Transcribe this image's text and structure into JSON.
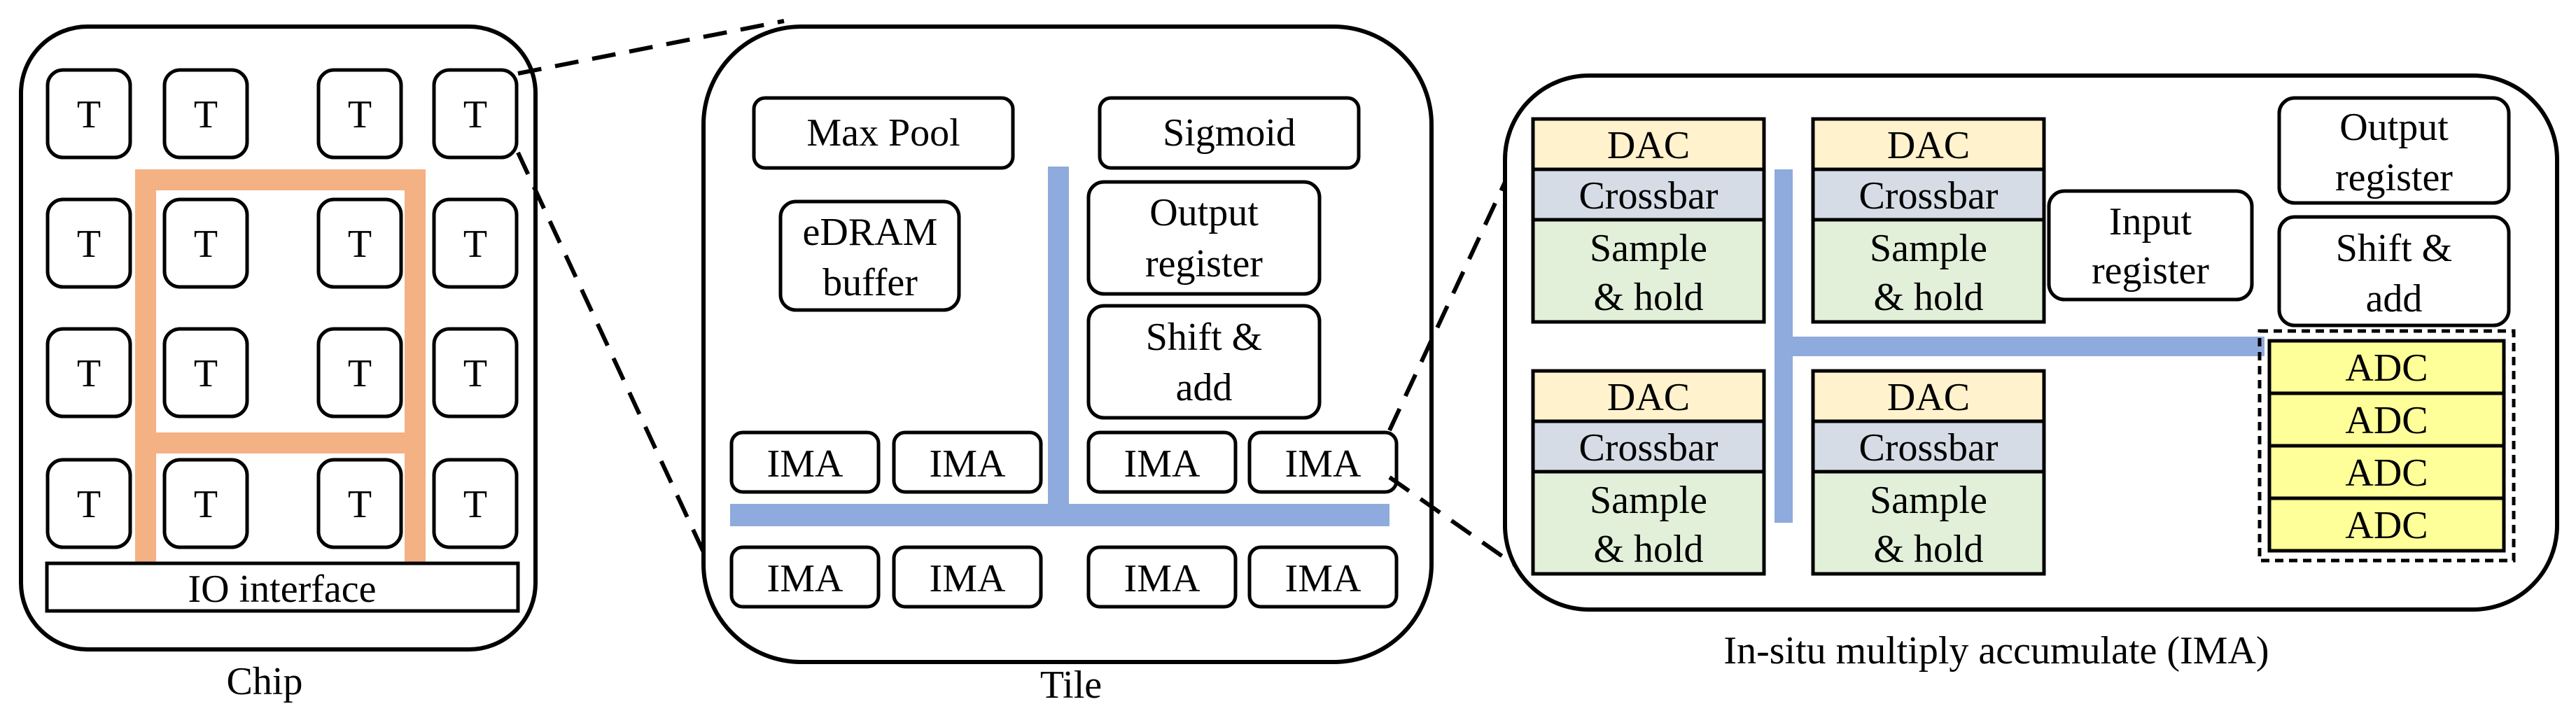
{
  "chip": {
    "caption": "Chip",
    "tile_label": "T",
    "io_label": "IO interface"
  },
  "tile": {
    "caption": "Tile",
    "max_pool": "Max Pool",
    "sigmoid": "Sigmoid",
    "edram_line1": "eDRAM",
    "edram_line2": "buffer",
    "output_line1": "Output",
    "output_line2": "register",
    "shift_line1": "Shift &",
    "shift_line2": "add",
    "ima_label": "IMA"
  },
  "ima": {
    "caption": "In-situ multiply accumulate (IMA)",
    "dac": "DAC",
    "crossbar": "Crossbar",
    "sample_line1": "Sample",
    "sample_line2": "& hold",
    "input_line1": "Input",
    "input_line2": "register",
    "output_line1": "Output",
    "output_line2": "register",
    "shift_line1": "Shift &",
    "shift_line2": "add",
    "adc": "ADC"
  },
  "colors": {
    "orange_bus": "#f4b183",
    "blue_bus": "#8faadc",
    "dac_fill": "#fff2cc",
    "crossbar_fill": "#d6dce5",
    "sample_fill": "#e2f0d9",
    "adc_fill": "#ffff99"
  }
}
